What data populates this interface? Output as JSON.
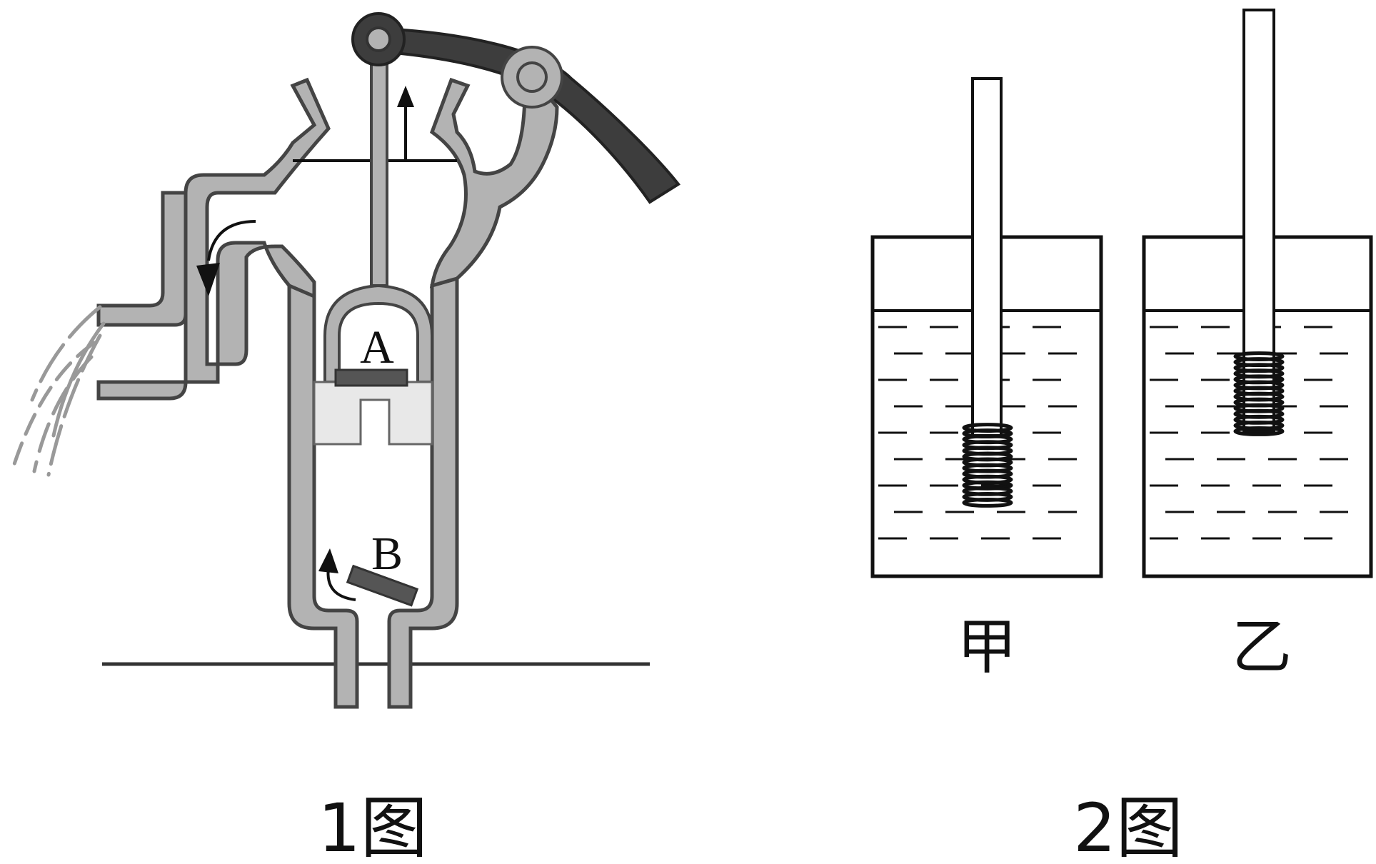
{
  "figure1": {
    "label_a": "A",
    "label_b": "B",
    "caption": "1图"
  },
  "figure2": {
    "left_label": "甲",
    "right_label": "乙",
    "caption": "2图"
  },
  "colors": {
    "pipe_fill": "#b3b3b3",
    "pipe_stroke": "#444444",
    "handle": "#3d3d3d",
    "valve": "#555555",
    "piston": "#e8e8e8",
    "line": "#111111",
    "spray": "#999999"
  }
}
